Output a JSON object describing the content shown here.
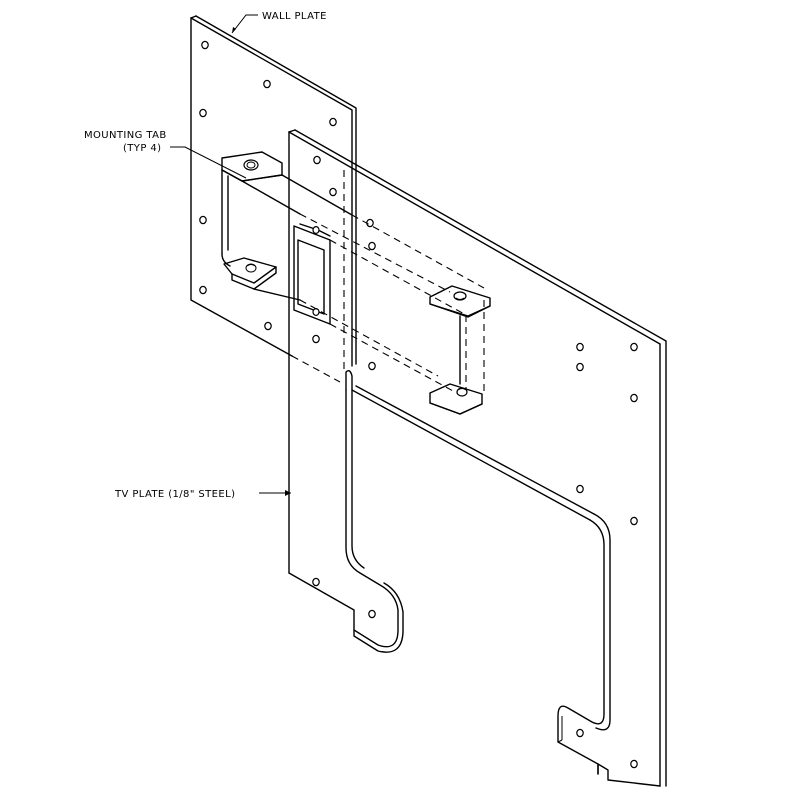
{
  "labels": {
    "wall_plate": "WALL PLATE",
    "mounting_tab_line1": "MOUNTING TAB",
    "mounting_tab_line2": "(TYP 4)",
    "tv_plate": "TV PLATE (1/8\" STEEL)"
  }
}
